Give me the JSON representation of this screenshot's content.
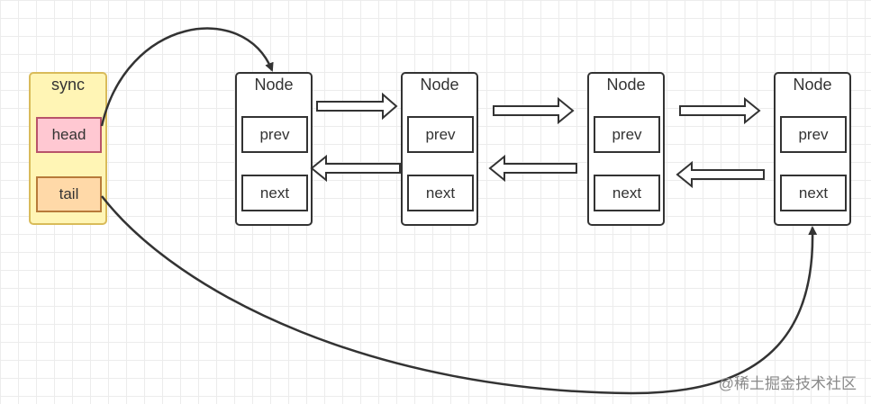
{
  "sync": {
    "title": "sync",
    "head": "head",
    "tail": "tail"
  },
  "nodes": [
    {
      "title": "Node",
      "prev": "prev",
      "next": "next"
    },
    {
      "title": "Node",
      "prev": "prev",
      "next": "next"
    },
    {
      "title": "Node",
      "prev": "prev",
      "next": "next"
    },
    {
      "title": "Node",
      "prev": "prev",
      "next": "next"
    }
  ],
  "watermark": "@稀土掘金技术社区",
  "colors": {
    "sync_fill": "#fff5b5",
    "head_fill": "#ffc8d2",
    "tail_fill": "#ffd9a8",
    "stroke": "#333333"
  }
}
